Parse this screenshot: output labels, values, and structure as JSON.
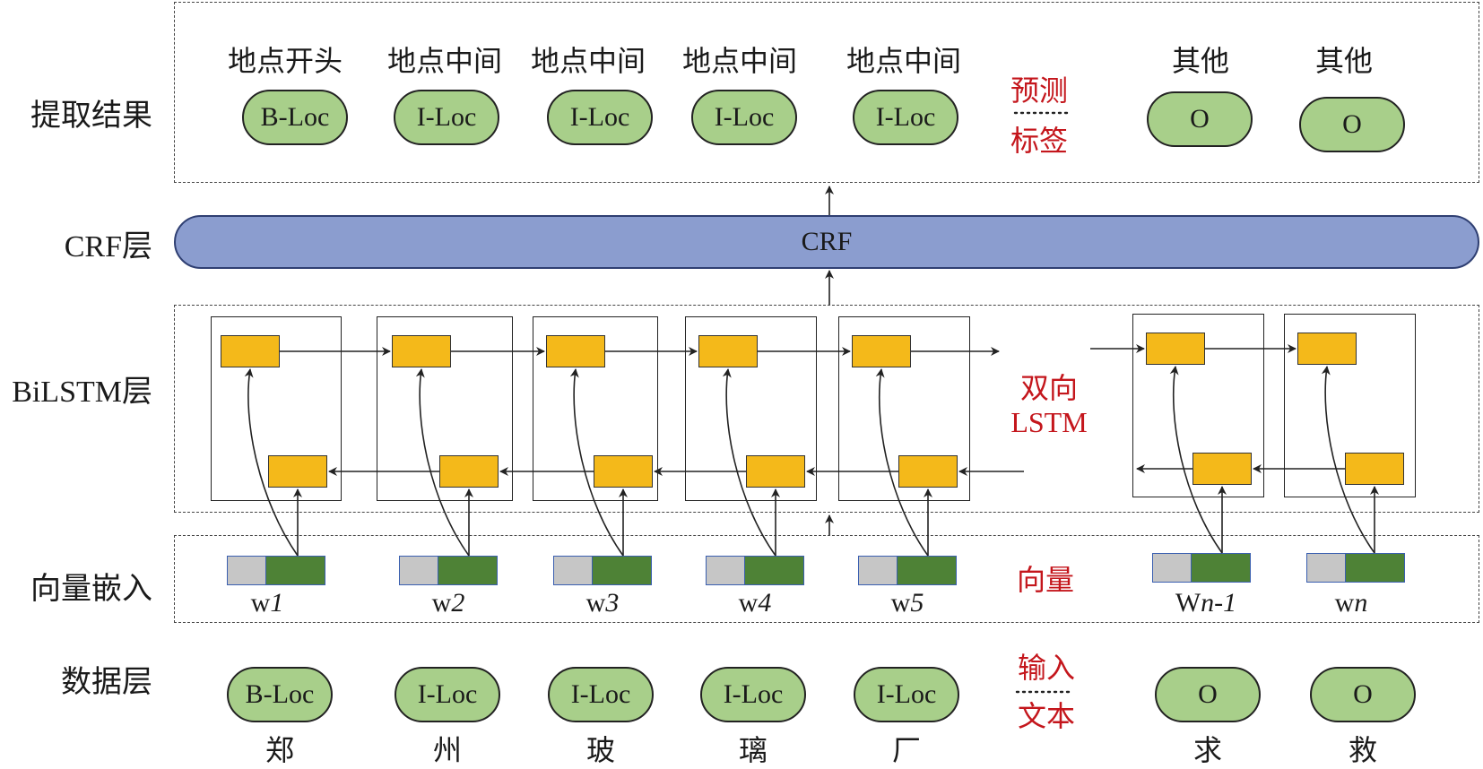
{
  "layers": {
    "extraction": "提取结果",
    "crf": "CRF层",
    "bilstm": "BiLSTM层",
    "embedding": "向量嵌入",
    "data": "数据层"
  },
  "top": {
    "captions": [
      "地点开头",
      "地点中间",
      "地点中间",
      "地点中间",
      "地点中间",
      "其他",
      "其他"
    ],
    "tags": [
      "B-Loc",
      "I-Loc",
      "I-Loc",
      "I-Loc",
      "I-Loc",
      "O",
      "O"
    ],
    "predict_top": "预测",
    "predict_bottom": "标签"
  },
  "crf_label": "CRF",
  "bilstm_note": {
    "line1": "双向",
    "line2": "LSTM"
  },
  "embedding": {
    "note": "向量",
    "words": [
      {
        "prefix": "w",
        "index": "1"
      },
      {
        "prefix": "w",
        "index": "2"
      },
      {
        "prefix": "w",
        "index": "3"
      },
      {
        "prefix": "w",
        "index": "4"
      },
      {
        "prefix": "w",
        "index": "5"
      },
      {
        "prefix": "W",
        "index": "n-1"
      },
      {
        "prefix": "w",
        "index": "n"
      }
    ]
  },
  "bottom": {
    "tags": [
      "B-Loc",
      "I-Loc",
      "I-Loc",
      "I-Loc",
      "I-Loc",
      "O",
      "O"
    ],
    "chars": [
      "郑",
      "州",
      "玻",
      "璃",
      "厂",
      "求",
      "救"
    ],
    "input_top": "输入",
    "input_bottom": "文本"
  },
  "colors": {
    "pill_fill": "#a8cf8a",
    "crf_fill": "#8b9dcf",
    "lstm_cell": "#f4b91a",
    "vector_gray": "#c6c6c6",
    "vector_green": "#4e8236",
    "note_red": "#c4161c"
  }
}
